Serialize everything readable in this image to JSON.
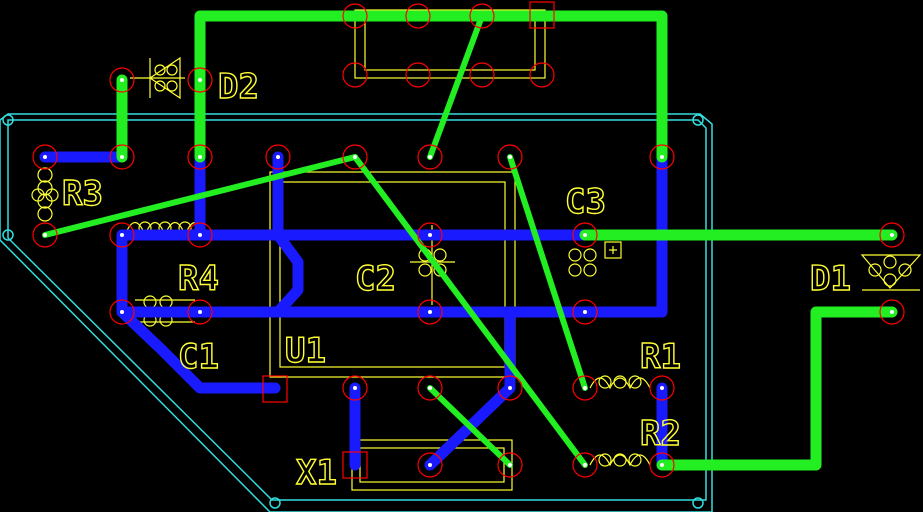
{
  "colors": {
    "background": "#000000",
    "top_trace": "#22ee22",
    "bottom_trace": "#1a1aff",
    "silkscreen": "#ffff33",
    "pad_ring": "#ff0000",
    "board_outline": "#33dddd"
  },
  "components": [
    {
      "id": "d2",
      "ref": "D2"
    },
    {
      "id": "r3",
      "ref": "R3"
    },
    {
      "id": "r4",
      "ref": "R4"
    },
    {
      "id": "c1",
      "ref": "C1"
    },
    {
      "id": "u1",
      "ref": "U1"
    },
    {
      "id": "c2",
      "ref": "C2"
    },
    {
      "id": "c3",
      "ref": "C3"
    },
    {
      "id": "d1",
      "ref": "D1"
    },
    {
      "id": "r1",
      "ref": "R1"
    },
    {
      "id": "r2",
      "ref": "R2"
    },
    {
      "id": "x1",
      "ref": "X1"
    }
  ]
}
